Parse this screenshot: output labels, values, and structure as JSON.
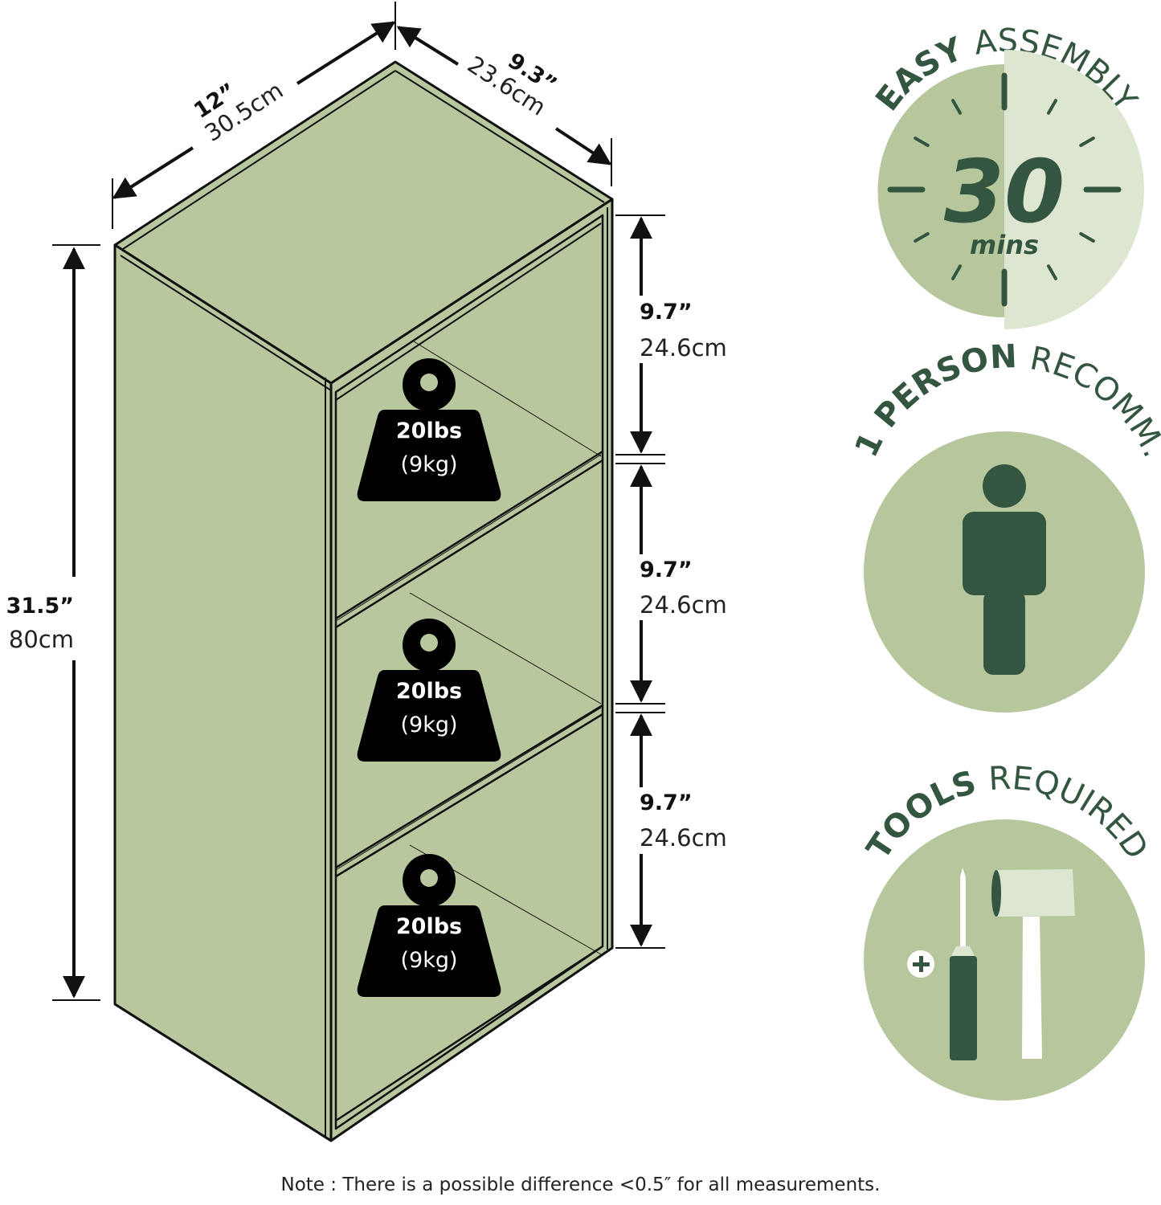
{
  "product": {
    "name": "3-tier cube bookcase",
    "panel_color": "#b8c79e",
    "outline_color": "#111111"
  },
  "dimensions": {
    "width": {
      "inches": "12”",
      "cm": "30.5cm"
    },
    "depth": {
      "inches": "9.3”",
      "cm": "23.6cm"
    },
    "height": {
      "inches": "31.5”",
      "cm": "80cm"
    },
    "shelves": [
      {
        "inches": "9.7”",
        "cm": "24.6cm"
      },
      {
        "inches": "9.7”",
        "cm": "24.6cm"
      },
      {
        "inches": "9.7”",
        "cm": "24.6cm"
      }
    ]
  },
  "weight_limits": [
    {
      "lbs": "20lbs",
      "kg": "(9kg)"
    },
    {
      "lbs": "20lbs",
      "kg": "(9kg)"
    },
    {
      "lbs": "20lbs",
      "kg": "(9kg)"
    }
  ],
  "badges": {
    "assembly": {
      "bold": "EASY",
      "light": "ASSEMBLY",
      "value": "30",
      "unit": "mins"
    },
    "people": {
      "bold": "1 PERSON",
      "light": "RECOMM."
    },
    "tools": {
      "bold": "TOOLS",
      "light": "REQUIRED"
    }
  },
  "colors": {
    "badge_dark": "#345640",
    "badge_mid": "#b7c79d",
    "badge_light": "#dde6d0"
  },
  "note": "Note : There is a possible difference <0.5″ for all measurements."
}
